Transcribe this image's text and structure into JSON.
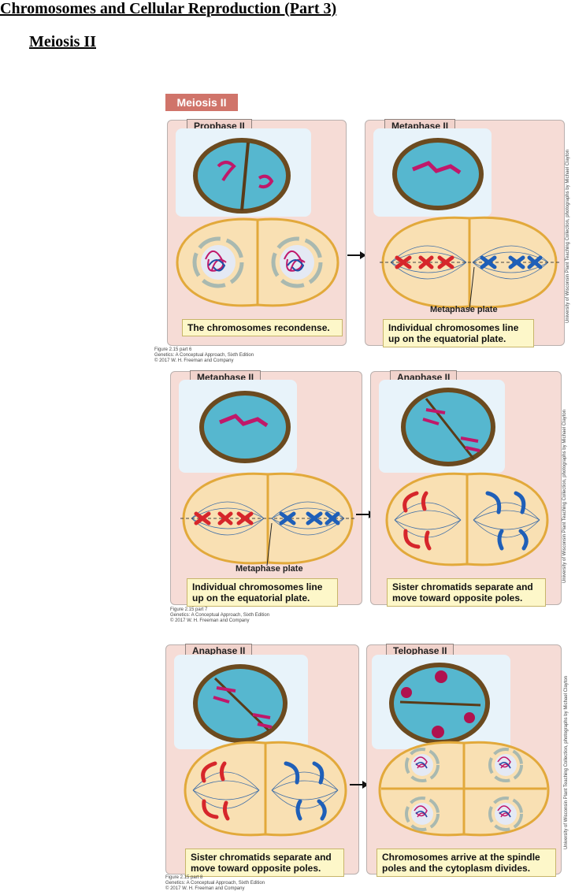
{
  "page": {
    "title": "Chromosomes and Cellular Reproduction (Part 3)",
    "subtitle": "Meiosis II"
  },
  "figure": {
    "header": "Meiosis II",
    "rows": [
      {
        "left": {
          "title": "Prophase II",
          "caption": "The chromosomes recondense."
        },
        "right": {
          "title": "Metaphase II",
          "caption": "Individual chromosomes line up on the equatorial plate.",
          "label": "Metaphase plate"
        },
        "credit": {
          "fig": "Figure 2.15 part 6",
          "book": "Genetics: A Conceptual Approach, Sixth Edition",
          "copyright": "© 2017 W. H. Freeman and Company"
        },
        "photo_credit": "University of Wisconsin Plant Teaching Collection, photographs by Michael Clayton"
      },
      {
        "left": {
          "title": "Metaphase II",
          "caption": "Individual chromosomes line up on the equatorial plate.",
          "label": "Metaphase plate"
        },
        "right": {
          "title": "Anaphase II",
          "caption": "Sister chromatids separate and move toward opposite poles."
        },
        "credit": {
          "fig": "Figure 2.15 part 7",
          "book": "Genetics: A Conceptual Approach, Sixth Edition",
          "copyright": "© 2017 W. H. Freeman and Company"
        },
        "photo_credit": "University of Wisconsin Plant Teaching Collection, photographs by Michael Clayton"
      },
      {
        "left": {
          "title": "Anaphase II",
          "caption": "Sister chromatids separate and move toward opposite poles."
        },
        "right": {
          "title": "Telophase II",
          "caption": "Chromosomes arrive at the spindle poles and the cytoplasm divides."
        },
        "credit": {
          "fig": "Figure 2.15 part 8",
          "book": "Genetics: A Conceptual Approach, Sixth Edition",
          "copyright": "© 2017 W. H. Freeman and Company"
        },
        "photo_credit": "University of Wisconsin Plant Teaching Collection, photographs by Michael Clayton"
      }
    ]
  }
}
